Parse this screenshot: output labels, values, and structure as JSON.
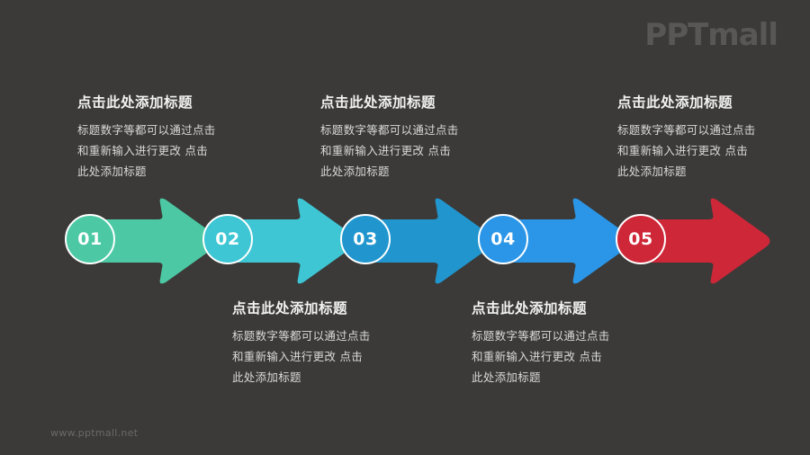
{
  "brand": {
    "logo_text": "PPTmall",
    "logo_color": "#595755",
    "footer_url": "www.pptmall.net"
  },
  "theme": {
    "background": "#3b3a38",
    "title_color": "#f2f2f2",
    "body_color": "#d9d9d9",
    "badge_ring_color": "#ffffff"
  },
  "steps": [
    {
      "number": "01",
      "color": "#4cc9a4",
      "position": "above",
      "title": "点击此处添加标题",
      "lines": [
        "标题数字等都可以通过点击",
        "和重新输入进行更改 点击",
        "此处添加标题"
      ]
    },
    {
      "number": "02",
      "color": "#3ec6d4",
      "position": "below",
      "title": "点击此处添加标题",
      "lines": [
        "标题数字等都可以通过点击",
        "和重新输入进行更改 点击",
        "此处添加标题"
      ]
    },
    {
      "number": "03",
      "color": "#2196ce",
      "position": "above",
      "title": "点击此处添加标题",
      "lines": [
        "标题数字等都可以通过点击",
        "和重新输入进行更改 点击",
        "此处添加标题"
      ]
    },
    {
      "number": "04",
      "color": "#2b96e8",
      "position": "below",
      "title": "点击此处添加标题",
      "lines": [
        "标题数字等都可以通过点击",
        "和重新输入进行更改 点击",
        "此处添加标题"
      ]
    },
    {
      "number": "05",
      "color": "#ce2738",
      "position": "above",
      "title": "点击此处添加标题",
      "lines": [
        "标题数字等都可以通过点击",
        "和重新输入进行更改 点击",
        "此处添加标题"
      ]
    }
  ]
}
